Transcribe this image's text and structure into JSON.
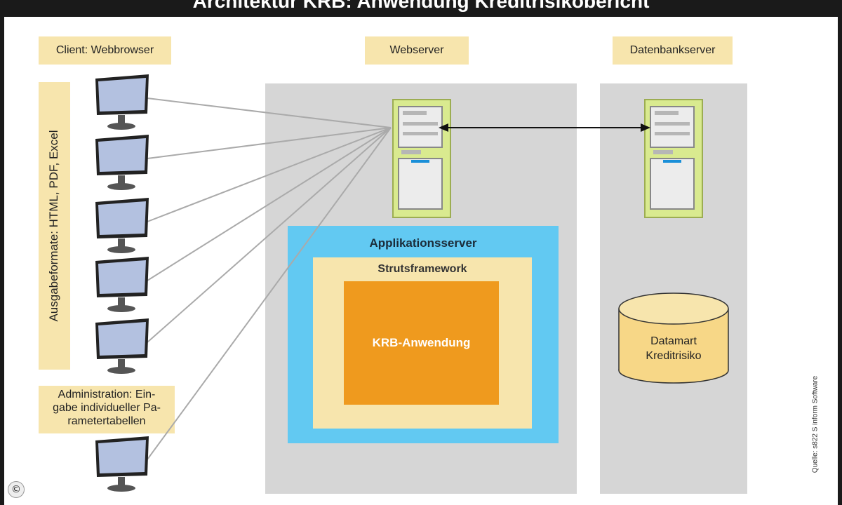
{
  "title": "Architektur KRB: Anwendung Kreditrisikobericht",
  "labels": {
    "client": "Client: Webbrowser",
    "webserver": "Webserver",
    "dbserver": "Datenbankserver",
    "output_formats": "Ausgabeformate: HTML, PDF, Excel",
    "admin_line1": "Administration: Ein-",
    "admin_line2": "gabe individueller Pa-",
    "admin_line3": "rametertabellen"
  },
  "app_server": {
    "title": "Applikationsserver",
    "framework": "Strutsframework",
    "application": "KRB-Anwendung"
  },
  "database": {
    "line1": "Datamart",
    "line2": "Kreditrisiko"
  },
  "source": "Quelle: s822 S inform Software",
  "copyright_symbol": "©",
  "colors": {
    "label_bg": "#f7e5ad",
    "panel_bg": "#d6d6d6",
    "app_server": "#62c9f2",
    "krb_app": "#ef9a1e",
    "server_body": "#d9ea8f",
    "monitor_screen": "#b3c1e0"
  },
  "icons": [
    "monitor-icon",
    "server-tower-icon",
    "database-cylinder-icon",
    "copyright-icon"
  ]
}
